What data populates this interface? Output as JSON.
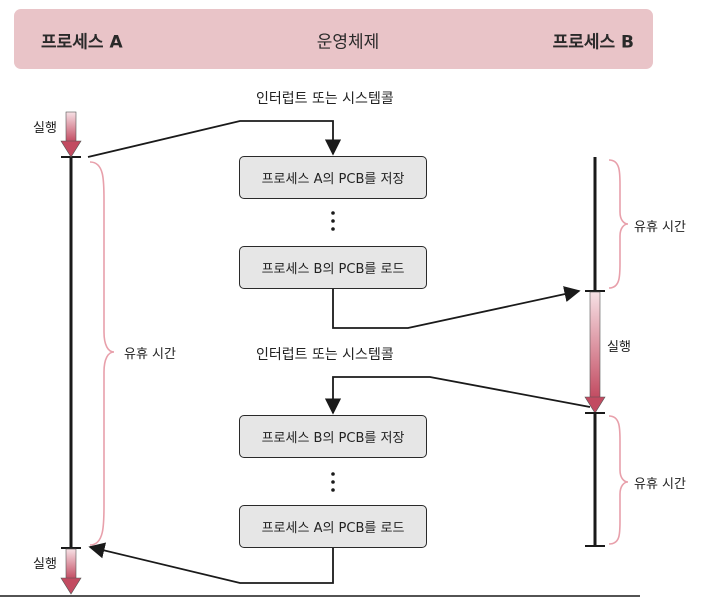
{
  "header": {
    "process_a": "프로세스 A",
    "os": "운영체제",
    "process_b": "프로세스 B"
  },
  "labels": {
    "interrupt_top": "인터럽트 또는 시스템콜",
    "interrupt_mid": "인터럽트 또는 시스템콜",
    "run_a_top": "실행",
    "run_a_bottom": "실행",
    "run_b": "실행",
    "idle_a": "유휴 시간",
    "idle_b_top": "유휴 시간",
    "idle_b_bottom": "유휴 시간"
  },
  "boxes": {
    "save_a": "프로세스 A의 PCB를 저장",
    "load_b": "프로세스 B의 PCB를 로드",
    "save_b": "프로세스 B의 PCB를 저장",
    "load_a": "프로세스 A의 PCB를 로드"
  },
  "colors": {
    "header_bg": "#e9c4c8",
    "arrow_gradient_top": "#f5dbe0",
    "arrow_gradient_bottom": "#c24b61",
    "box_bg": "#e6e6e6",
    "line": "#1a1a1a",
    "brace": "#e8a0ab"
  }
}
